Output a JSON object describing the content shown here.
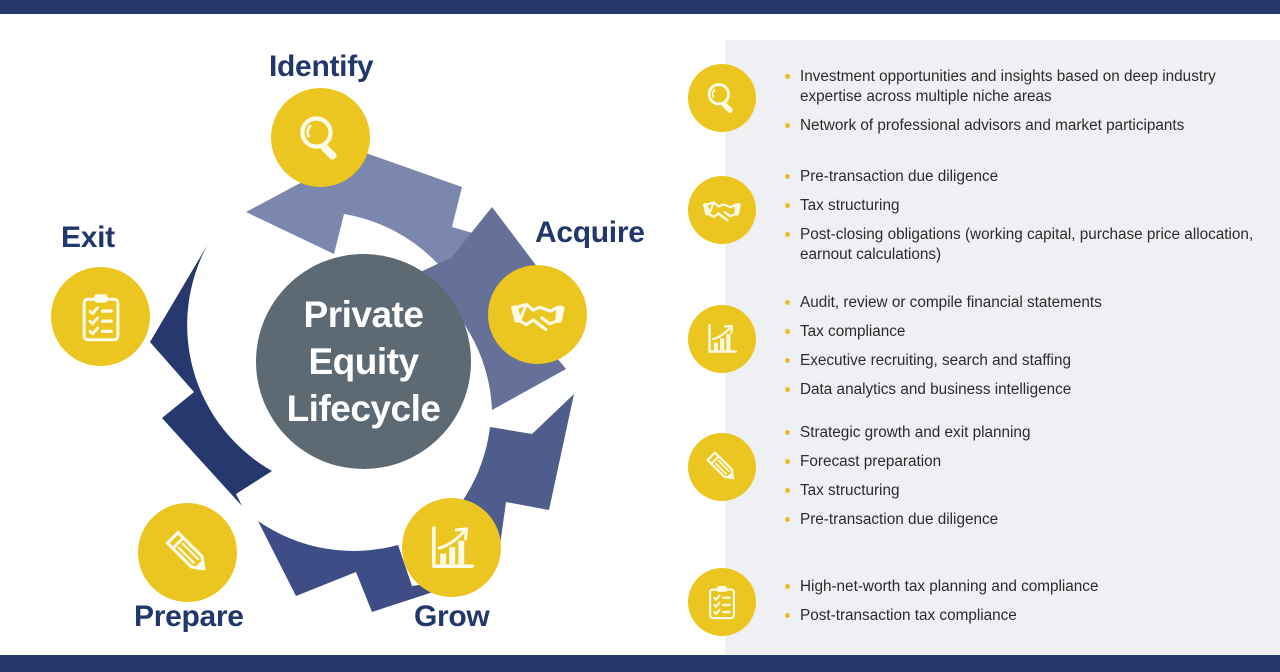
{
  "theme": {
    "navy_bar": "#25376b",
    "accent_gold": "#ecc620",
    "panel_gray": "#eff0f4",
    "center_gray": "#5d6a73",
    "label_navy": "#22376b",
    "body_text": "#2b2b2b",
    "bullet_gold": "#e8bf2a"
  },
  "wheel": {
    "center": {
      "line1": "Private",
      "line2": "Equity",
      "line3": "Lifecycle"
    },
    "stages": [
      {
        "id": "identify",
        "label": "Identify",
        "icon": "magnifier-icon",
        "segment_color": "#7c87ad"
      },
      {
        "id": "acquire",
        "label": "Acquire",
        "icon": "handshake-icon",
        "segment_color": "#667099"
      },
      {
        "id": "grow",
        "label": "Grow",
        "icon": "bar-chart-growth-icon",
        "segment_color": "#4f5d8c"
      },
      {
        "id": "prepare",
        "label": "Prepare",
        "icon": "pencil-icon",
        "segment_color": "#3e4d85"
      },
      {
        "id": "exit",
        "label": "Exit",
        "icon": "clipboard-check-icon",
        "segment_color": "#26386d"
      }
    ]
  },
  "details": [
    {
      "id": "identify",
      "icon": "magnifier-icon",
      "bullets": [
        "Investment opportunities and insights based on deep industry expertise across multiple niche areas",
        "Network of professional advisors and market participants"
      ]
    },
    {
      "id": "acquire",
      "icon": "handshake-icon",
      "bullets": [
        "Pre-transaction due diligence",
        "Tax structuring",
        "Post-closing obligations (working capital, purchase price allocation, earnout calculations)"
      ]
    },
    {
      "id": "grow",
      "icon": "bar-chart-growth-icon",
      "bullets": [
        "Audit, review or compile financial statements",
        "Tax compliance",
        "Executive recruiting, search and staffing",
        "Data analytics and business intelligence"
      ]
    },
    {
      "id": "prepare",
      "icon": "pencil-icon",
      "bullets": [
        "Strategic growth and exit planning",
        "Forecast preparation",
        "Tax structuring",
        "Pre-transaction due diligence"
      ]
    },
    {
      "id": "exit",
      "icon": "clipboard-check-icon",
      "bullets": [
        "High-net-worth tax planning and compliance",
        "Post-transaction tax compliance"
      ]
    }
  ]
}
